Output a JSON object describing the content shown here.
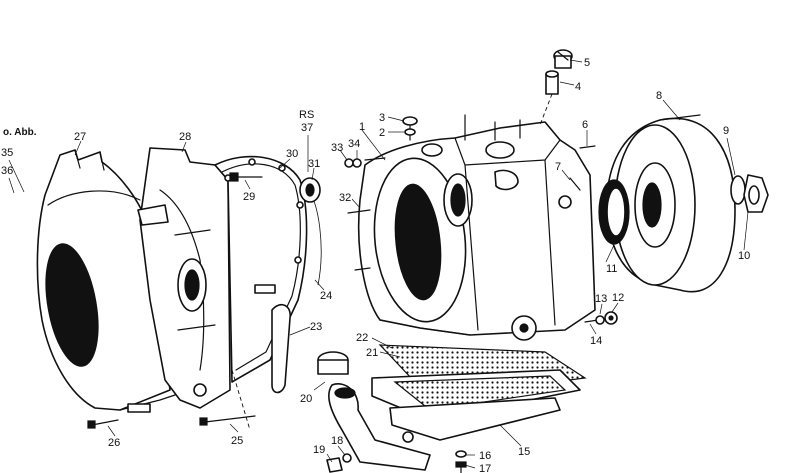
{
  "note_text": "o. Abb.",
  "callouts": [
    {
      "id": "c1",
      "text": "1"
    },
    {
      "id": "c2",
      "text": "2"
    },
    {
      "id": "c3",
      "text": "3"
    },
    {
      "id": "c4",
      "text": "4"
    },
    {
      "id": "c5",
      "text": "5"
    },
    {
      "id": "c6",
      "text": "6"
    },
    {
      "id": "c7",
      "text": "7"
    },
    {
      "id": "c8",
      "text": "8"
    },
    {
      "id": "c9",
      "text": "9"
    },
    {
      "id": "c10",
      "text": "10"
    },
    {
      "id": "c11",
      "text": "11"
    },
    {
      "id": "c12",
      "text": "12"
    },
    {
      "id": "c13",
      "text": "13"
    },
    {
      "id": "c14",
      "text": "14"
    },
    {
      "id": "c15",
      "text": "15"
    },
    {
      "id": "c16",
      "text": "16"
    },
    {
      "id": "c17",
      "text": "17"
    },
    {
      "id": "c18",
      "text": "18"
    },
    {
      "id": "c19",
      "text": "19"
    },
    {
      "id": "c20",
      "text": "20"
    },
    {
      "id": "c21",
      "text": "21"
    },
    {
      "id": "c22",
      "text": "22"
    },
    {
      "id": "c23",
      "text": "23"
    },
    {
      "id": "c24",
      "text": "24"
    },
    {
      "id": "c25",
      "text": "25"
    },
    {
      "id": "c26",
      "text": "26"
    },
    {
      "id": "c27",
      "text": "27"
    },
    {
      "id": "c28",
      "text": "28"
    },
    {
      "id": "c29",
      "text": "29"
    },
    {
      "id": "c30",
      "text": "30"
    },
    {
      "id": "c31",
      "text": "31"
    },
    {
      "id": "c32",
      "text": "32"
    },
    {
      "id": "c33",
      "text": "33"
    },
    {
      "id": "c34",
      "text": "34"
    },
    {
      "id": "c35",
      "text": "35"
    },
    {
      "id": "c36",
      "text": "36"
    },
    {
      "id": "c37",
      "text": "37"
    },
    {
      "id": "cRS",
      "text": "RS"
    }
  ]
}
